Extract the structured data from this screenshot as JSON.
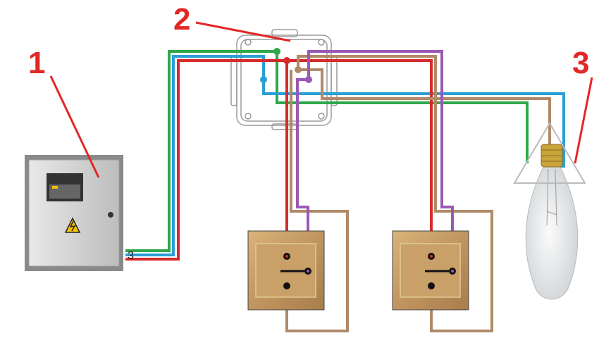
{
  "labels": {
    "panel": "1",
    "junction_box": "2",
    "lamp": "3",
    "wire_count": "3"
  },
  "colors": {
    "label": "#e32626",
    "phase": "#d52b2b",
    "neutral": "#2a9fd6",
    "ground": "#2ea84a",
    "traveler": "#b08a68",
    "switched": "#9b59b6",
    "switch_plate": "#c9a06a"
  }
}
